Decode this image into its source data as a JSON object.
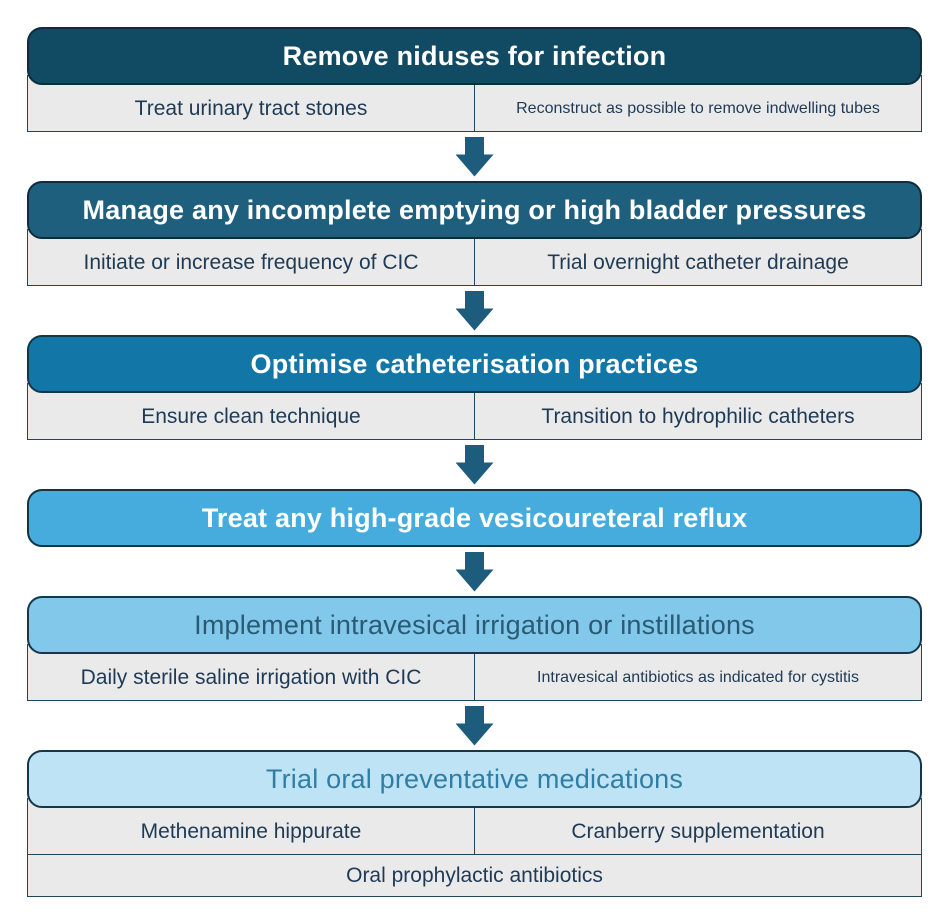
{
  "flowchart": {
    "arrow_color": "#1d5c7c",
    "cell_bg": "#eaeaea",
    "cell_border_color": "#24445a",
    "cell_text_color": "#1e3a55",
    "stages": [
      {
        "title": "Remove niduses for infection",
        "header_bg": "#114a63",
        "header_border": "#0e2c3c",
        "title_color": "#ffffff",
        "title_bold": true,
        "rows": [
          [
            {
              "text": "Treat urinary tract stones"
            },
            {
              "text": "Reconstruct as possible to remove indwelling tubes",
              "small": true
            }
          ]
        ]
      },
      {
        "title": "Manage any incomplete emptying or high bladder pressures",
        "header_bg": "#1f5f7e",
        "header_border": "#0e2c3c",
        "title_color": "#ffffff",
        "title_bold": true,
        "rows": [
          [
            {
              "text": "Initiate or increase frequency of CIC"
            },
            {
              "text": "Trial overnight catheter drainage"
            }
          ]
        ]
      },
      {
        "title": "Optimise catheterisation practices",
        "header_bg": "#1277a6",
        "header_border": "#10374a",
        "title_color": "#ffffff",
        "title_bold": true,
        "rows": [
          [
            {
              "text": "Ensure clean technique"
            },
            {
              "text": "Transition to hydrophilic catheters"
            }
          ]
        ]
      },
      {
        "title": "Treat any high-grade vesicoureteral reflux",
        "header_bg": "#45acdd",
        "header_border": "#123344",
        "title_color": "#ffffff",
        "title_bold": true,
        "rows": []
      },
      {
        "title": "Implement intravesical irrigation or instillations",
        "header_bg": "#82c8ea",
        "header_border": "#15374a",
        "title_color": "#2a5a74",
        "title_bold": false,
        "rows": [
          [
            {
              "text": "Daily sterile saline irrigation with CIC"
            },
            {
              "text": "Intravesical antibiotics as indicated for cystitis",
              "small": true
            }
          ]
        ]
      },
      {
        "title": "Trial oral preventative medications",
        "header_bg": "#bee3f4",
        "header_border": "#15374a",
        "title_color": "#2e7ea6",
        "title_bold": false,
        "rows": [
          [
            {
              "text": "Methenamine hippurate"
            },
            {
              "text": "Cranberry supplementation"
            }
          ],
          [
            {
              "text": "Oral prophylactic antibiotics"
            }
          ]
        ]
      }
    ]
  }
}
